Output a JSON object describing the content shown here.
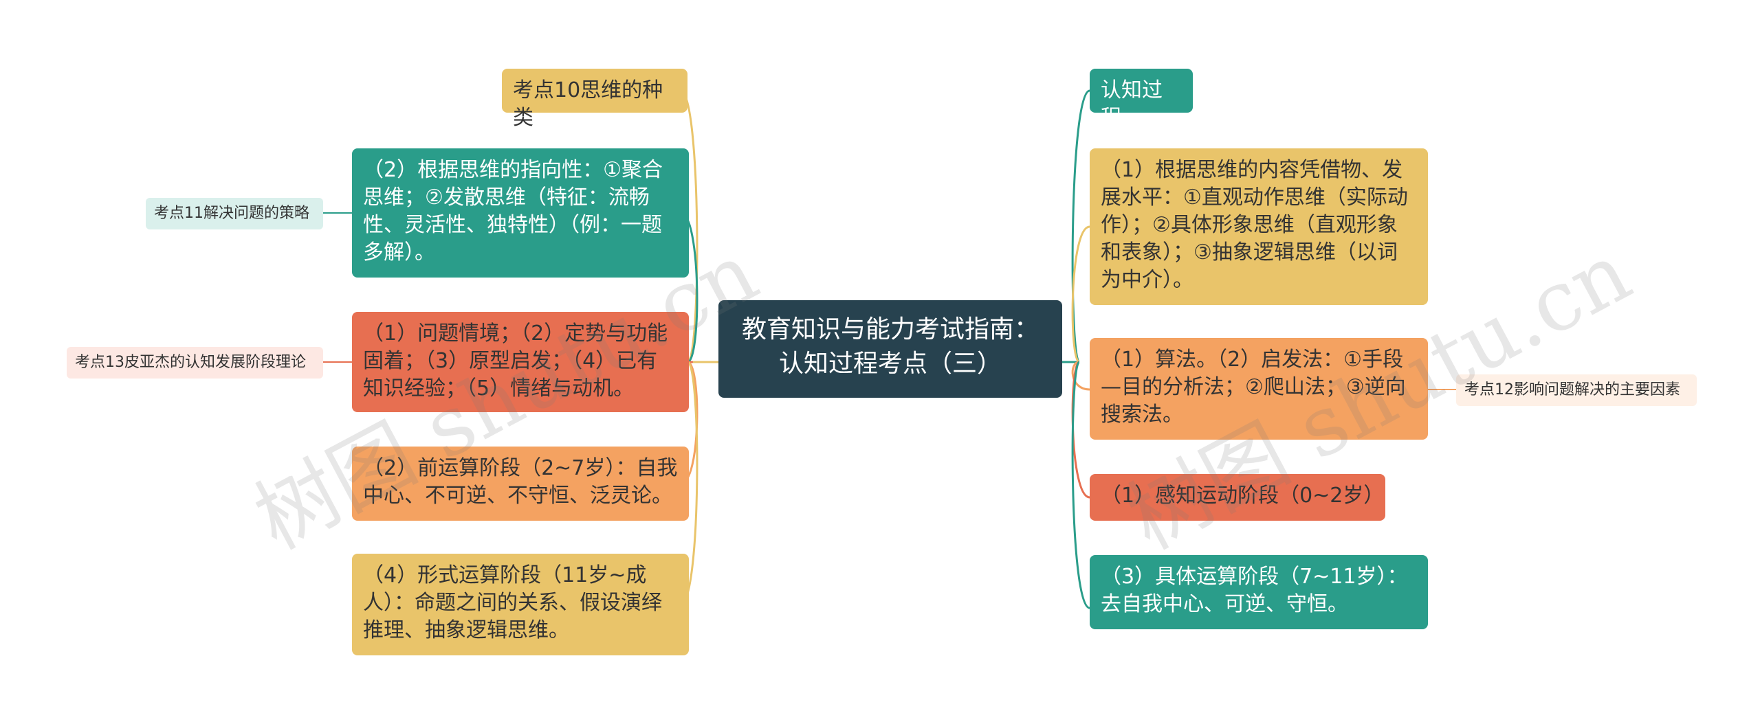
{
  "central": "教育知识与能力考试指南：认知过程考点（三）",
  "colors": {
    "center": "#27424f",
    "teal": "#2a9d8a",
    "yellow": "#e9c46a",
    "red": "#e76f51",
    "orange": "#f4a261"
  },
  "left_nodes": [
    "考点10思维的种类",
    "（2）根据思维的指向性：①聚合思维；②发散思维（特征：流畅性、灵活性、独特性）（例：一题多解）。",
    "（1）问题情境；（2）定势与功能固着；（3）原型启发；（4）已有知识经验；（5）情绪与动机。",
    "（2）前运算阶段（2~7岁）：自我中心、不可逆、不守恒、泛灵论。",
    "（4）形式运算阶段（11岁~成人）：命题之间的关系、假设演绎推理、抽象逻辑思维。"
  ],
  "left_leaves": [
    "考点11解决问题的策略",
    "考点13皮亚杰的认知发展阶段理论"
  ],
  "right_nodes": [
    "认知过程",
    "（1）根据思维的内容凭借物、发展水平：①直观动作思维（实际动作）；②具体形象思维（直观形象和表象）；③抽象逻辑思维（以词为中介）。",
    "（1）算法。（2）启发法：①手段—目的分析法；②爬山法；③逆向搜索法。",
    "（1）感知运动阶段（0~2岁）",
    "（3）具体运算阶段（7~11岁）：去自我中心、可逆、守恒。"
  ],
  "right_leaves": [
    "考点12影响问题解决的主要因素"
  ],
  "watermarks": [
    "树图 shutu.cn",
    "树图 shutu.cn"
  ]
}
